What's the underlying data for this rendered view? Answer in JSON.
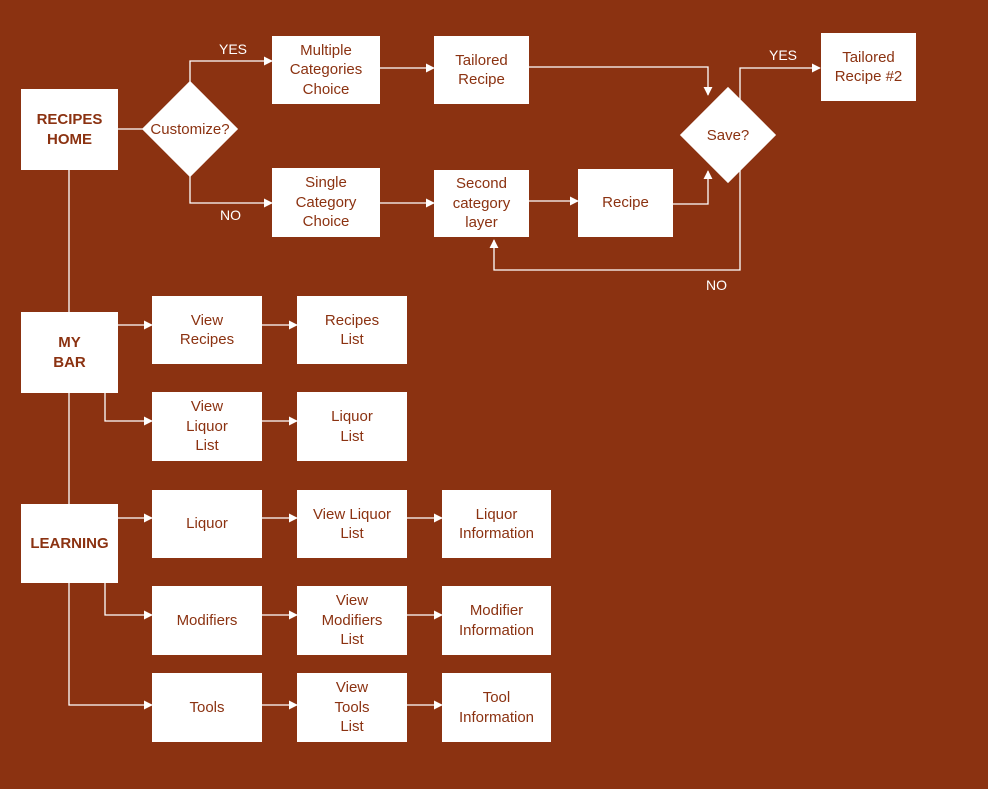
{
  "colors": {
    "background": "#8B3211",
    "box": "#FFFFFF",
    "text": "#8B3211",
    "line": "#FFFFFF"
  },
  "nodes": {
    "recipes_home": "RECIPES\nHOME",
    "customize": "Customize?",
    "multiple_categories": "Multiple\nCategories\nChoice",
    "tailored_recipe": "Tailored\nRecipe",
    "save": "Save?",
    "tailored_recipe_2": "Tailored\nRecipe #2",
    "single_category": "Single\nCategory\nChoice",
    "second_category": "Second\ncategory\nlayer",
    "recipe": "Recipe",
    "my_bar": "MY\nBAR",
    "view_recipes": "View\nRecipes",
    "recipes_list": "Recipes\nList",
    "view_liquor_list_bar": "View\nLiquor\nList",
    "liquor_list": "Liquor\nList",
    "learning": "LEARNING",
    "liquor": "Liquor",
    "view_liquor_list_learn": "View Liquor\nList",
    "liquor_information": "Liquor\nInformation",
    "modifiers": "Modifiers",
    "view_modifiers_list": "View\nModifiers\nList",
    "modifier_information": "Modifier\nInformation",
    "tools": "Tools",
    "view_tools_list": "View\nTools\nList",
    "tool_information": "Tool\nInformation"
  },
  "edge_labels": {
    "customize_yes": "YES",
    "customize_no": "NO",
    "save_yes": "YES",
    "save_no": "NO"
  }
}
